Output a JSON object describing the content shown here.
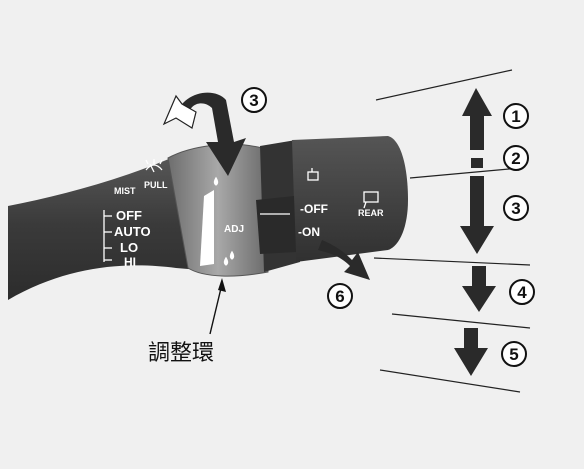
{
  "lever": {
    "mist": "MIST",
    "pull": "PULL",
    "off": "OFF",
    "auto": "AUTO",
    "lo": "LO",
    "hi": "HI",
    "adj": "ADJ",
    "rear_off": "-OFF",
    "rear_on": "-ON",
    "rear": "REAR"
  },
  "callouts": {
    "c1": "1",
    "c2": "2",
    "c3": "3",
    "c3_ring": "3",
    "c4": "4",
    "c5": "5",
    "c6": "6"
  },
  "caption": "調整環",
  "icons": [
    "wiper-wash-icon",
    "rain-drop-icon",
    "rear-wiper-icon",
    "rear-washer-icon"
  ],
  "colors": {
    "background": "#f0f0f0",
    "lever_dark": "#3c3c3c",
    "ring_gray": "#8e8e8e",
    "arrow_dark": "#2a2a2a",
    "text_white": "#ffffff"
  }
}
